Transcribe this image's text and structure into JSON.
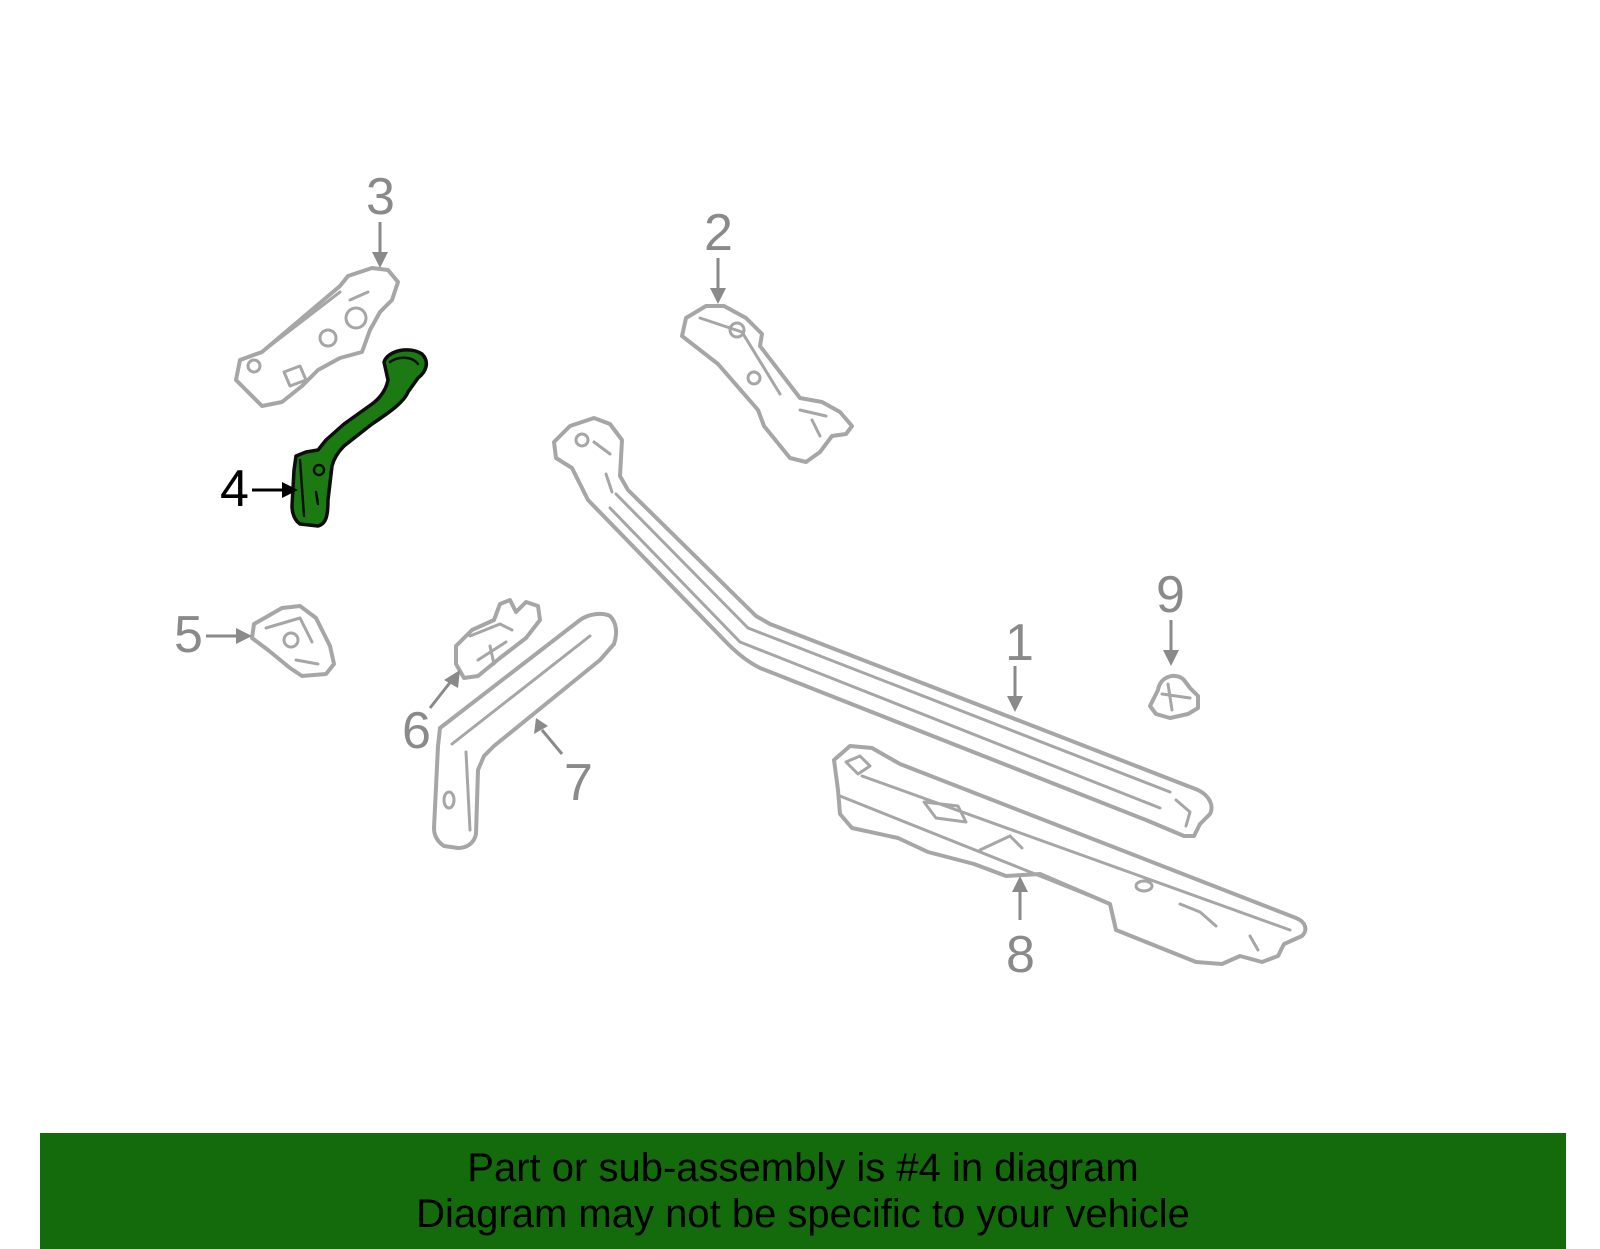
{
  "callouts": [
    {
      "id": "1",
      "label": "1"
    },
    {
      "id": "2",
      "label": "2"
    },
    {
      "id": "3",
      "label": "3"
    },
    {
      "id": "4",
      "label": "4"
    },
    {
      "id": "5",
      "label": "5"
    },
    {
      "id": "6",
      "label": "6"
    },
    {
      "id": "7",
      "label": "7"
    },
    {
      "id": "8",
      "label": "8"
    },
    {
      "id": "9",
      "label": "9"
    }
  ],
  "highlighted_part": "4",
  "colors": {
    "highlight": "#1b7a12",
    "banner": "#136b0c",
    "part_outline": "#a6a6a6",
    "callout_gray": "#8a8a8a"
  },
  "banner": {
    "line1": "Part or sub-assembly is #4 in diagram",
    "line2": "Diagram may not be specific to your vehicle"
  }
}
